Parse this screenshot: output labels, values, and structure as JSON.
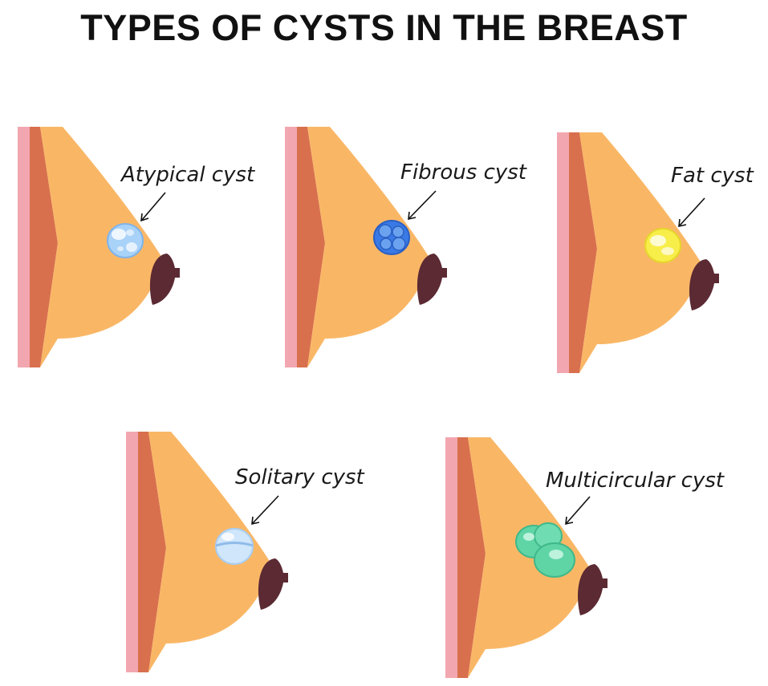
{
  "title": "TYPES OF CYSTS IN THE BREAST",
  "colors": {
    "skin": "#f9b766",
    "muscle": "#d8704e",
    "chest_wall": "#f2a6b0",
    "nipple": "#5b2a33"
  },
  "cysts": [
    {
      "id": "atypical",
      "label": "Atypical cyst",
      "color": "#a8d2f8"
    },
    {
      "id": "fibrous",
      "label": "Fibrous cyst",
      "color": "#3a7ae6"
    },
    {
      "id": "fat",
      "label": "Fat cyst",
      "color": "#f8ee4a"
    },
    {
      "id": "solitary",
      "label": "Solitary cyst",
      "color": "#cfe6fb"
    },
    {
      "id": "multicircular",
      "label": "Multicircular cyst",
      "color": "#5fd5a6"
    }
  ]
}
